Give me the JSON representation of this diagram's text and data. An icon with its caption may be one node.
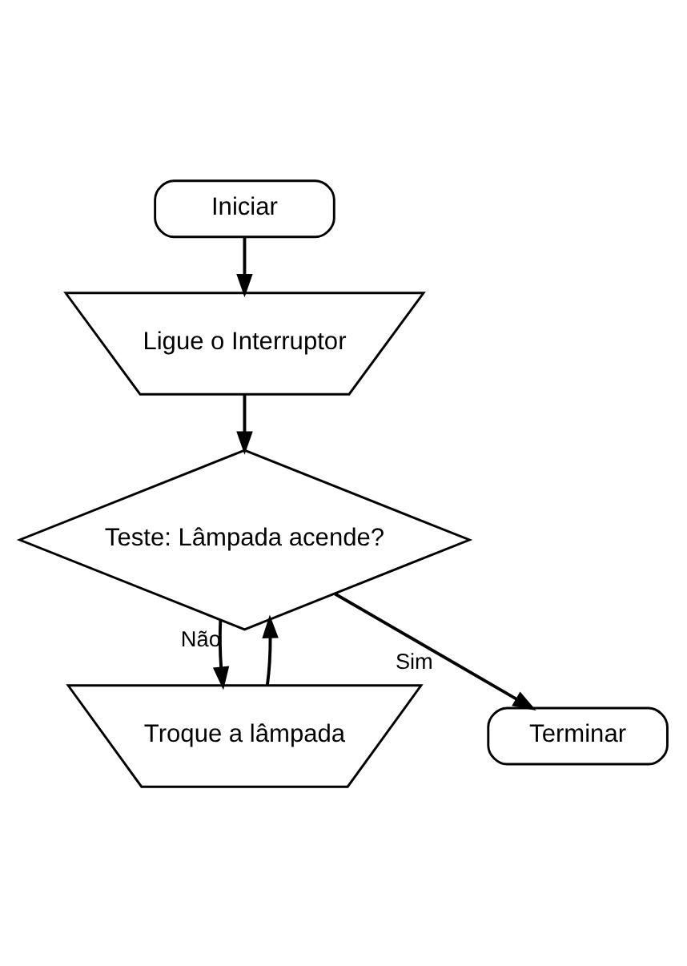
{
  "diagram": {
    "nodes": [
      {
        "text": [
          "Iniciar"
        ]
      },
      {
        "text": [
          "Ligue o Interruptor"
        ]
      },
      {
        "text": [
          "Teste: Lâmpada acende?"
        ]
      },
      {
        "text": [
          "Troque a lâmpada"
        ]
      },
      {
        "text": [
          "Terminar"
        ]
      }
    ],
    "edges": [
      {
        "from": 0,
        "to": 1,
        "arrow": "to"
      },
      {
        "from": 1,
        "to": 2,
        "arrow": "to"
      },
      {
        "from": 2,
        "to": 4,
        "label": "Sim",
        "arrow": "to"
      },
      {
        "from": 2,
        "to": 3,
        "label": "Não",
        "arrow": "to"
      },
      {
        "from": 3,
        "to": 2,
        "arrow": "to"
      }
    ]
  }
}
